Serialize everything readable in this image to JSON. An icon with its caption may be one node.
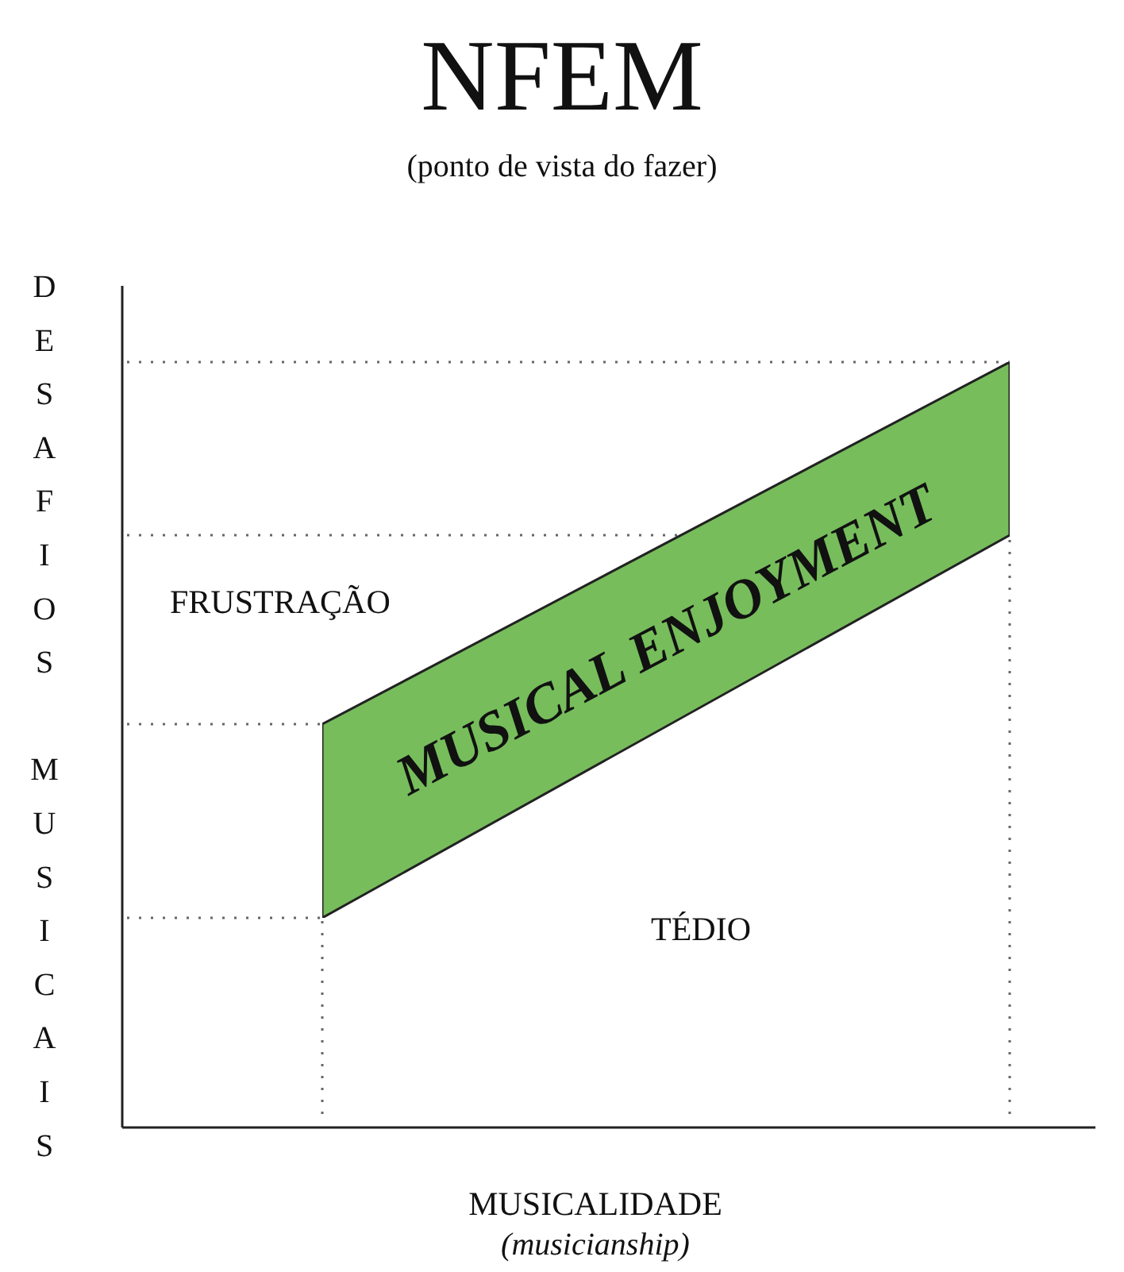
{
  "diagram": {
    "title": "NFEM",
    "nodes": [
      {
        "text": [
          "MUSICAL ENJOYMENT"
        ]
      }
    ],
    "labels": [
      "(ponto de vista do fazer)",
      "DESAFIOS MUSICAIS",
      "FRUSTRAÇÃO",
      "TÉDIO",
      "MUSICALIDADE",
      "(musicianship)"
    ]
  }
}
